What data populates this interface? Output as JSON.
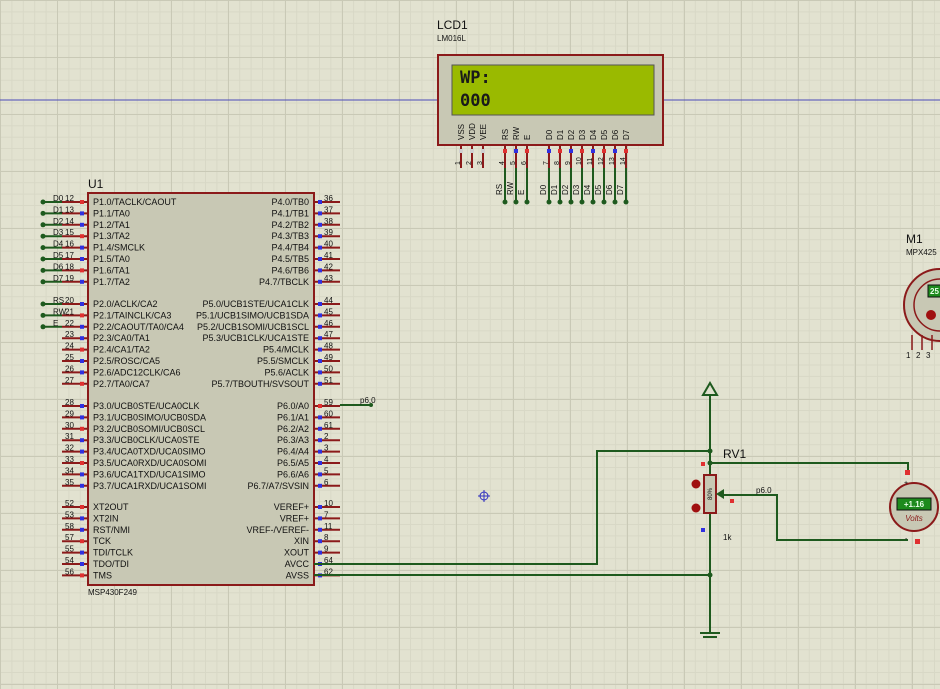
{
  "lcd": {
    "ref": "LCD1",
    "part": "LM016L",
    "line1": "WP:",
    "line2": "000",
    "pin_names": [
      "VSS",
      "VDD",
      "VEE",
      "RS",
      "RW",
      "E",
      "D0",
      "D1",
      "D2",
      "D3",
      "D4",
      "D5",
      "D6",
      "D7"
    ],
    "pin_numbers": [
      "1",
      "2",
      "3",
      "4",
      "5",
      "6",
      "7",
      "8",
      "9",
      "10",
      "11",
      "12",
      "13",
      "14"
    ],
    "net_labels": [
      "RS",
      "RW",
      "E",
      "D0",
      "D1",
      "D2",
      "D3",
      "D4",
      "D5",
      "D6",
      "D7"
    ]
  },
  "mcu": {
    "ref": "U1",
    "part": "MSP430F249",
    "left_pins": [
      {
        "num": "12",
        "net": "D0",
        "name": "P1.0/TACLK/CAOUT"
      },
      {
        "num": "13",
        "net": "D1",
        "name": "P1.1/TA0"
      },
      {
        "num": "14",
        "net": "D2",
        "name": "P1.2/TA1"
      },
      {
        "num": "15",
        "net": "D3",
        "name": "P1.3/TA2"
      },
      {
        "num": "16",
        "net": "D4",
        "name": "P1.4/SMCLK"
      },
      {
        "num": "17",
        "net": "D5",
        "name": "P1.5/TA0"
      },
      {
        "num": "18",
        "net": "D6",
        "name": "P1.6/TA1"
      },
      {
        "num": "19",
        "net": "D7",
        "name": "P1.7/TA2"
      },
      {
        "num": "20",
        "net": "RS",
        "name": "P2.0/ACLK/CA2"
      },
      {
        "num": "21",
        "net": "RW",
        "name": "P2.1/TAINCLK/CA3"
      },
      {
        "num": "22",
        "net": "E",
        "name": "P2.2/CAOUT/TA0/CA4"
      },
      {
        "num": "23",
        "net": "",
        "name": "P2.3/CA0/TA1"
      },
      {
        "num": "24",
        "net": "",
        "name": "P2.4/CA1/TA2"
      },
      {
        "num": "25",
        "net": "",
        "name": "P2.5/ROSC/CA5"
      },
      {
        "num": "26",
        "net": "",
        "name": "P2.6/ADC12CLK/CA6"
      },
      {
        "num": "27",
        "net": "",
        "name": "P2.7/TA0/CA7"
      },
      {
        "num": "28",
        "net": "",
        "name": "P3.0/UCB0STE/UCA0CLK"
      },
      {
        "num": "29",
        "net": "",
        "name": "P3.1/UCB0SIMO/UCB0SDA"
      },
      {
        "num": "30",
        "net": "",
        "name": "P3.2/UCB0SOMI/UCB0SCL"
      },
      {
        "num": "31",
        "net": "",
        "name": "P3.3/UCB0CLK/UCA0STE"
      },
      {
        "num": "32",
        "net": "",
        "name": "P3.4/UCA0TXD/UCA0SIMO"
      },
      {
        "num": "33",
        "net": "",
        "name": "P3.5/UCA0RXD/UCA0SOMI"
      },
      {
        "num": "34",
        "net": "",
        "name": "P3.6/UCA1TXD/UCA1SIMO"
      },
      {
        "num": "35",
        "net": "",
        "name": "P3.7/UCA1RXD/UCA1SOMI"
      },
      {
        "num": "52",
        "net": "",
        "name": "XT2OUT"
      },
      {
        "num": "53",
        "net": "",
        "name": "XT2IN"
      },
      {
        "num": "58",
        "net": "",
        "name": "RST/NMI"
      },
      {
        "num": "57",
        "net": "",
        "name": "TCK"
      },
      {
        "num": "55",
        "net": "",
        "name": "TDI/TCLK"
      },
      {
        "num": "54",
        "net": "",
        "name": "TDO/TDI"
      },
      {
        "num": "56",
        "net": "",
        "name": "TMS"
      }
    ],
    "right_pins": [
      {
        "num": "36",
        "name": "P4.0/TB0"
      },
      {
        "num": "37",
        "name": "P4.1/TB1"
      },
      {
        "num": "38",
        "name": "P4.2/TB2"
      },
      {
        "num": "39",
        "name": "P4.3/TB3"
      },
      {
        "num": "40",
        "name": "P4.4/TB4"
      },
      {
        "num": "41",
        "name": "P4.5/TB5"
      },
      {
        "num": "42",
        "name": "P4.6/TB6"
      },
      {
        "num": "43",
        "name": "P4.7/TBCLK"
      },
      {
        "num": "44",
        "name": "P5.0/UCB1STE/UCA1CLK"
      },
      {
        "num": "45",
        "name": "P5.1/UCB1SIMO/UCB1SDA"
      },
      {
        "num": "46",
        "name": "P5.2/UCB1SOMI/UCB1SCL"
      },
      {
        "num": "47",
        "name": "P5.3/UCB1CLK/UCA1STE"
      },
      {
        "num": "48",
        "name": "P5.4/MCLK"
      },
      {
        "num": "49",
        "name": "P5.5/SMCLK"
      },
      {
        "num": "50",
        "name": "P5.6/ACLK"
      },
      {
        "num": "51",
        "name": "P5.7/TBOUTH/SVSOUT"
      },
      {
        "num": "59",
        "name": "P6.0/A0"
      },
      {
        "num": "60",
        "name": "P6.1/A1"
      },
      {
        "num": "61",
        "name": "P6.2/A2"
      },
      {
        "num": "2",
        "name": "P6.3/A3"
      },
      {
        "num": "3",
        "name": "P6.4/A4"
      },
      {
        "num": "4",
        "name": "P6.5/A5"
      },
      {
        "num": "5",
        "name": "P6.6/A6"
      },
      {
        "num": "6",
        "name": "P6.7/A7/SVSIN"
      },
      {
        "num": "10",
        "name": "VEREF+"
      },
      {
        "num": "7",
        "name": "VREF+"
      },
      {
        "num": "11",
        "name": "VREF-/VEREF-"
      },
      {
        "num": "8",
        "name": "XIN"
      },
      {
        "num": "9",
        "name": "XOUT"
      },
      {
        "num": "64",
        "name": "AVCC"
      },
      {
        "num": "62",
        "name": "AVSS"
      }
    ],
    "p60_net": "p6.0"
  },
  "pot": {
    "ref": "RV1",
    "value": "1k",
    "wiper_percent": "80%",
    "wiper_net": "p6.0"
  },
  "voltmeter": {
    "reading": "+1.16",
    "unit": "Volts",
    "plus": "+",
    "minus": "-"
  },
  "sensor": {
    "ref": "M1",
    "part": "MPX425",
    "display": "25",
    "pins": [
      "1",
      "2",
      "3"
    ]
  },
  "colors": {
    "wire": "#1e5a1e",
    "body_fill": "#c8c8b4",
    "outline": "#8b1a1a",
    "lcd_green": "#9aba00",
    "pin_red": "#e03030",
    "pin_blue": "#3030e0"
  }
}
